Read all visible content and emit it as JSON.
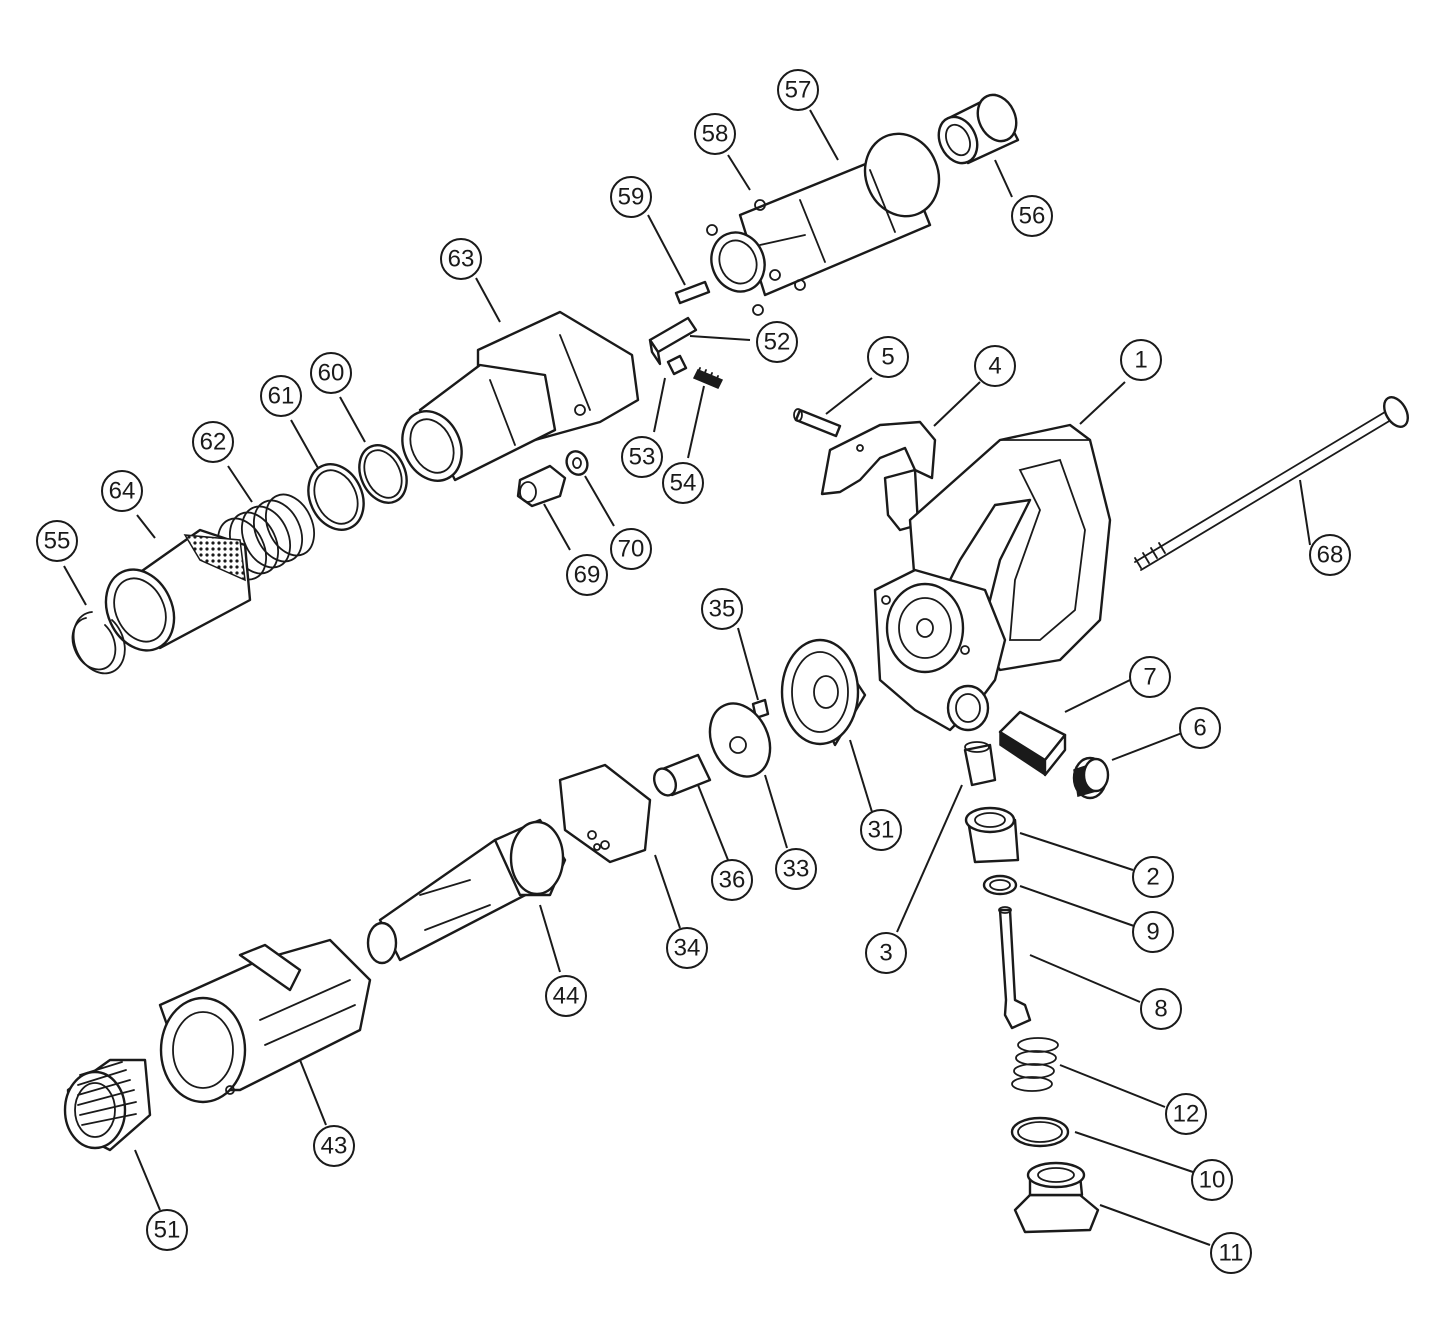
{
  "diagram": {
    "callouts": [
      "1",
      "2",
      "3",
      "4",
      "5",
      "6",
      "7",
      "8",
      "9",
      "10",
      "11",
      "12",
      "31",
      "33",
      "34",
      "35",
      "36",
      "43",
      "44",
      "51",
      "52",
      "53",
      "54",
      "55",
      "56",
      "57",
      "58",
      "59",
      "60",
      "61",
      "62",
      "63",
      "64",
      "68",
      "69",
      "70"
    ]
  },
  "colors": {
    "line": "#1a1a1a",
    "background": "#ffffff"
  }
}
